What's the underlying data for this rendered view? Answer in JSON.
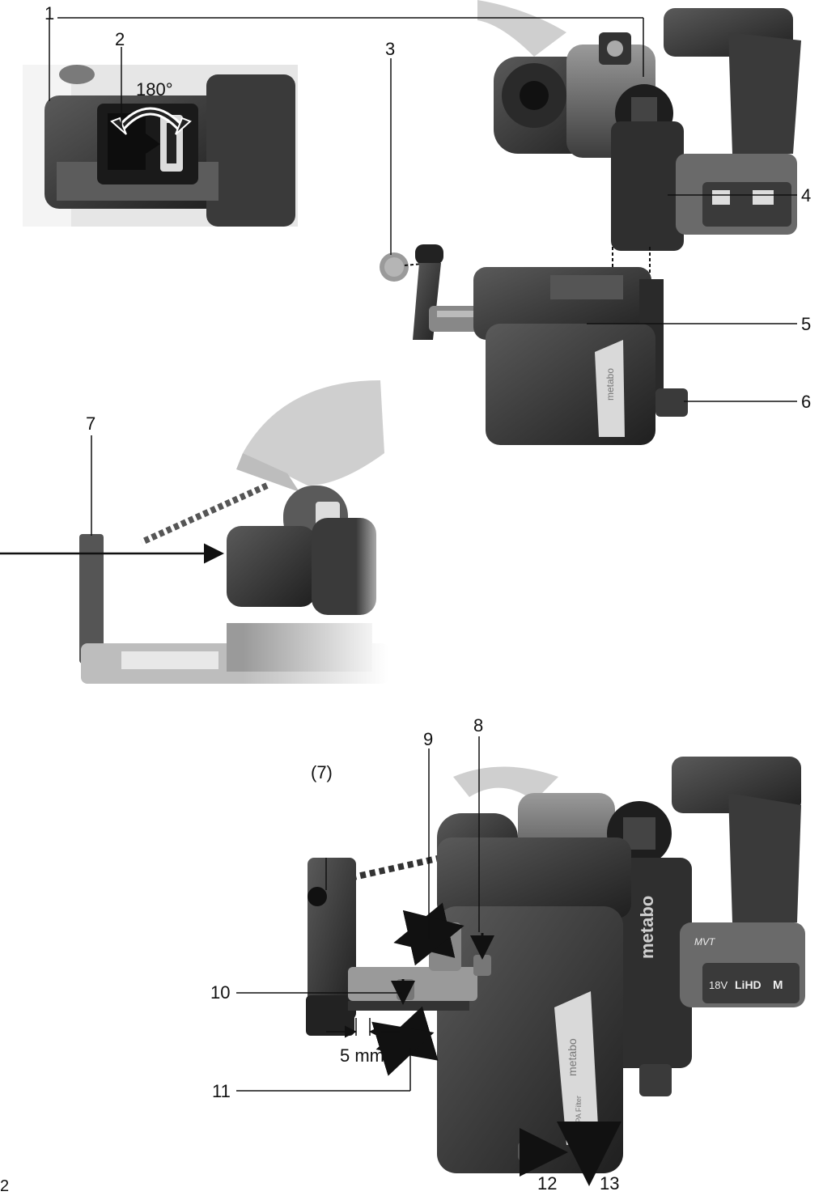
{
  "callouts": {
    "c1": "1",
    "c2": "2",
    "c3": "3",
    "c4": "4",
    "c5": "5",
    "c6": "6",
    "c7": "7",
    "c7_ref": "(7)",
    "c8": "8",
    "c9": "9",
    "c10": "10",
    "c11": "11",
    "c12": "12",
    "c13": "13"
  },
  "annotations": {
    "rotation": "180°",
    "gap": "5 mm",
    "page_mark": "2"
  },
  "product_text": {
    "brand": "metabo",
    "filter": "HEPA Filter",
    "battery_voltage": "18V",
    "battery_type": "LiHD",
    "battery_badge": "M",
    "vibration": "MVT"
  },
  "colors": {
    "body_dark": "#2b2b2b",
    "body_mid": "#4a4a4a",
    "body_light": "#8c8c8c",
    "panel_light": "#d9d9d9",
    "line": "#111111",
    "background": "#ffffff"
  }
}
